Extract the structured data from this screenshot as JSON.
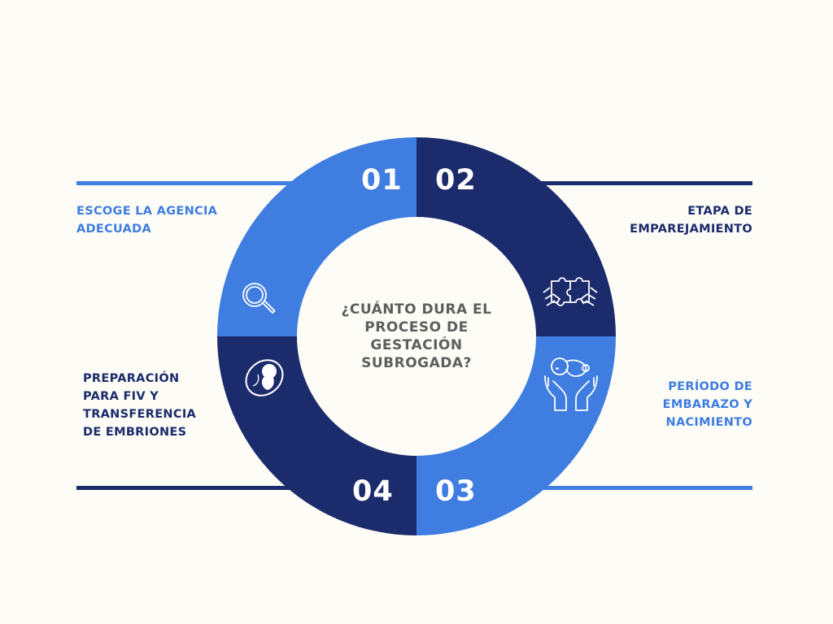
{
  "title": {
    "lines": [
      "¿CUÁNTO DURA EL",
      "PROCESO DE",
      "GESTACIÓN",
      "SUBROGADA?"
    ]
  },
  "colors": {
    "background": "#fdfcf6",
    "light_blue": "#3f7de0",
    "dark_navy": "#1c2b6b",
    "center_text": "#5e5e5e",
    "white": "#ffffff"
  },
  "steps": [
    {
      "number": "01",
      "label_lines": [
        "ESCOGE LA AGENCIA",
        "ADECUADA"
      ],
      "icon": "magnifier-icon",
      "color": "#3f7de0"
    },
    {
      "number": "02",
      "label_lines": [
        "ETAPA DE",
        "EMPAREJAMIENTO"
      ],
      "icon": "puzzle-hands-icon",
      "color": "#1c2b6b"
    },
    {
      "number": "03",
      "label_lines": [
        "PERÍODO DE",
        "EMBARAZO Y",
        "NACIMIENTO"
      ],
      "icon": "baby-in-hands-icon",
      "color": "#3f7de0"
    },
    {
      "number": "04",
      "label_lines": [
        "PREPARACIÓN",
        "PARA FIV Y",
        "TRANSFERENCIA",
        "DE EMBRIONES"
      ],
      "icon": "fetus-icon",
      "color": "#1c2b6b"
    }
  ]
}
